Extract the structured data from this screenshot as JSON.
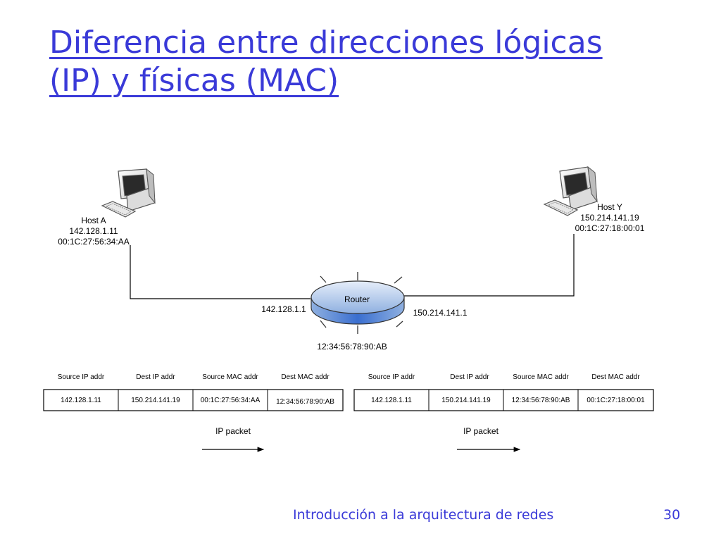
{
  "slide": {
    "title_line1": "Diferencia entre direcciones lógicas",
    "title_line2": "(IP) y físicas (MAC)",
    "footer_text": "Introducción a la arquitectura de redes",
    "page_number": "30"
  },
  "host_a": {
    "name": "Host A",
    "ip": "142.128.1.11",
    "mac": "00:1C:27:56:34:AA"
  },
  "host_y": {
    "name": "Host Y",
    "ip": "150.214.141.19",
    "mac": "00:1C:27:18:00:01"
  },
  "router": {
    "label": "Router",
    "left_ip": "142.128.1.1",
    "right_ip": "150.214.141.1",
    "mac": "12:34:56:78:90:AB"
  },
  "packet_left": {
    "headers": [
      "Source IP addr",
      "Dest IP addr",
      "Source MAC addr",
      "Dest MAC addr"
    ],
    "values": [
      "142.128.1.11",
      "150.214.141.19",
      "00:1C:27:56:34:AA",
      "12:34:56:78:90:AB"
    ],
    "caption": "IP packet"
  },
  "packet_right": {
    "headers": [
      "Source IP addr",
      "Dest IP addr",
      "Source MAC addr",
      "Dest MAC addr"
    ],
    "values": [
      "142.128.1.11",
      "150.214.141.19",
      "12:34:56:78:90:AB",
      "00:1C:27:18:00:01"
    ],
    "caption": "IP packet"
  }
}
